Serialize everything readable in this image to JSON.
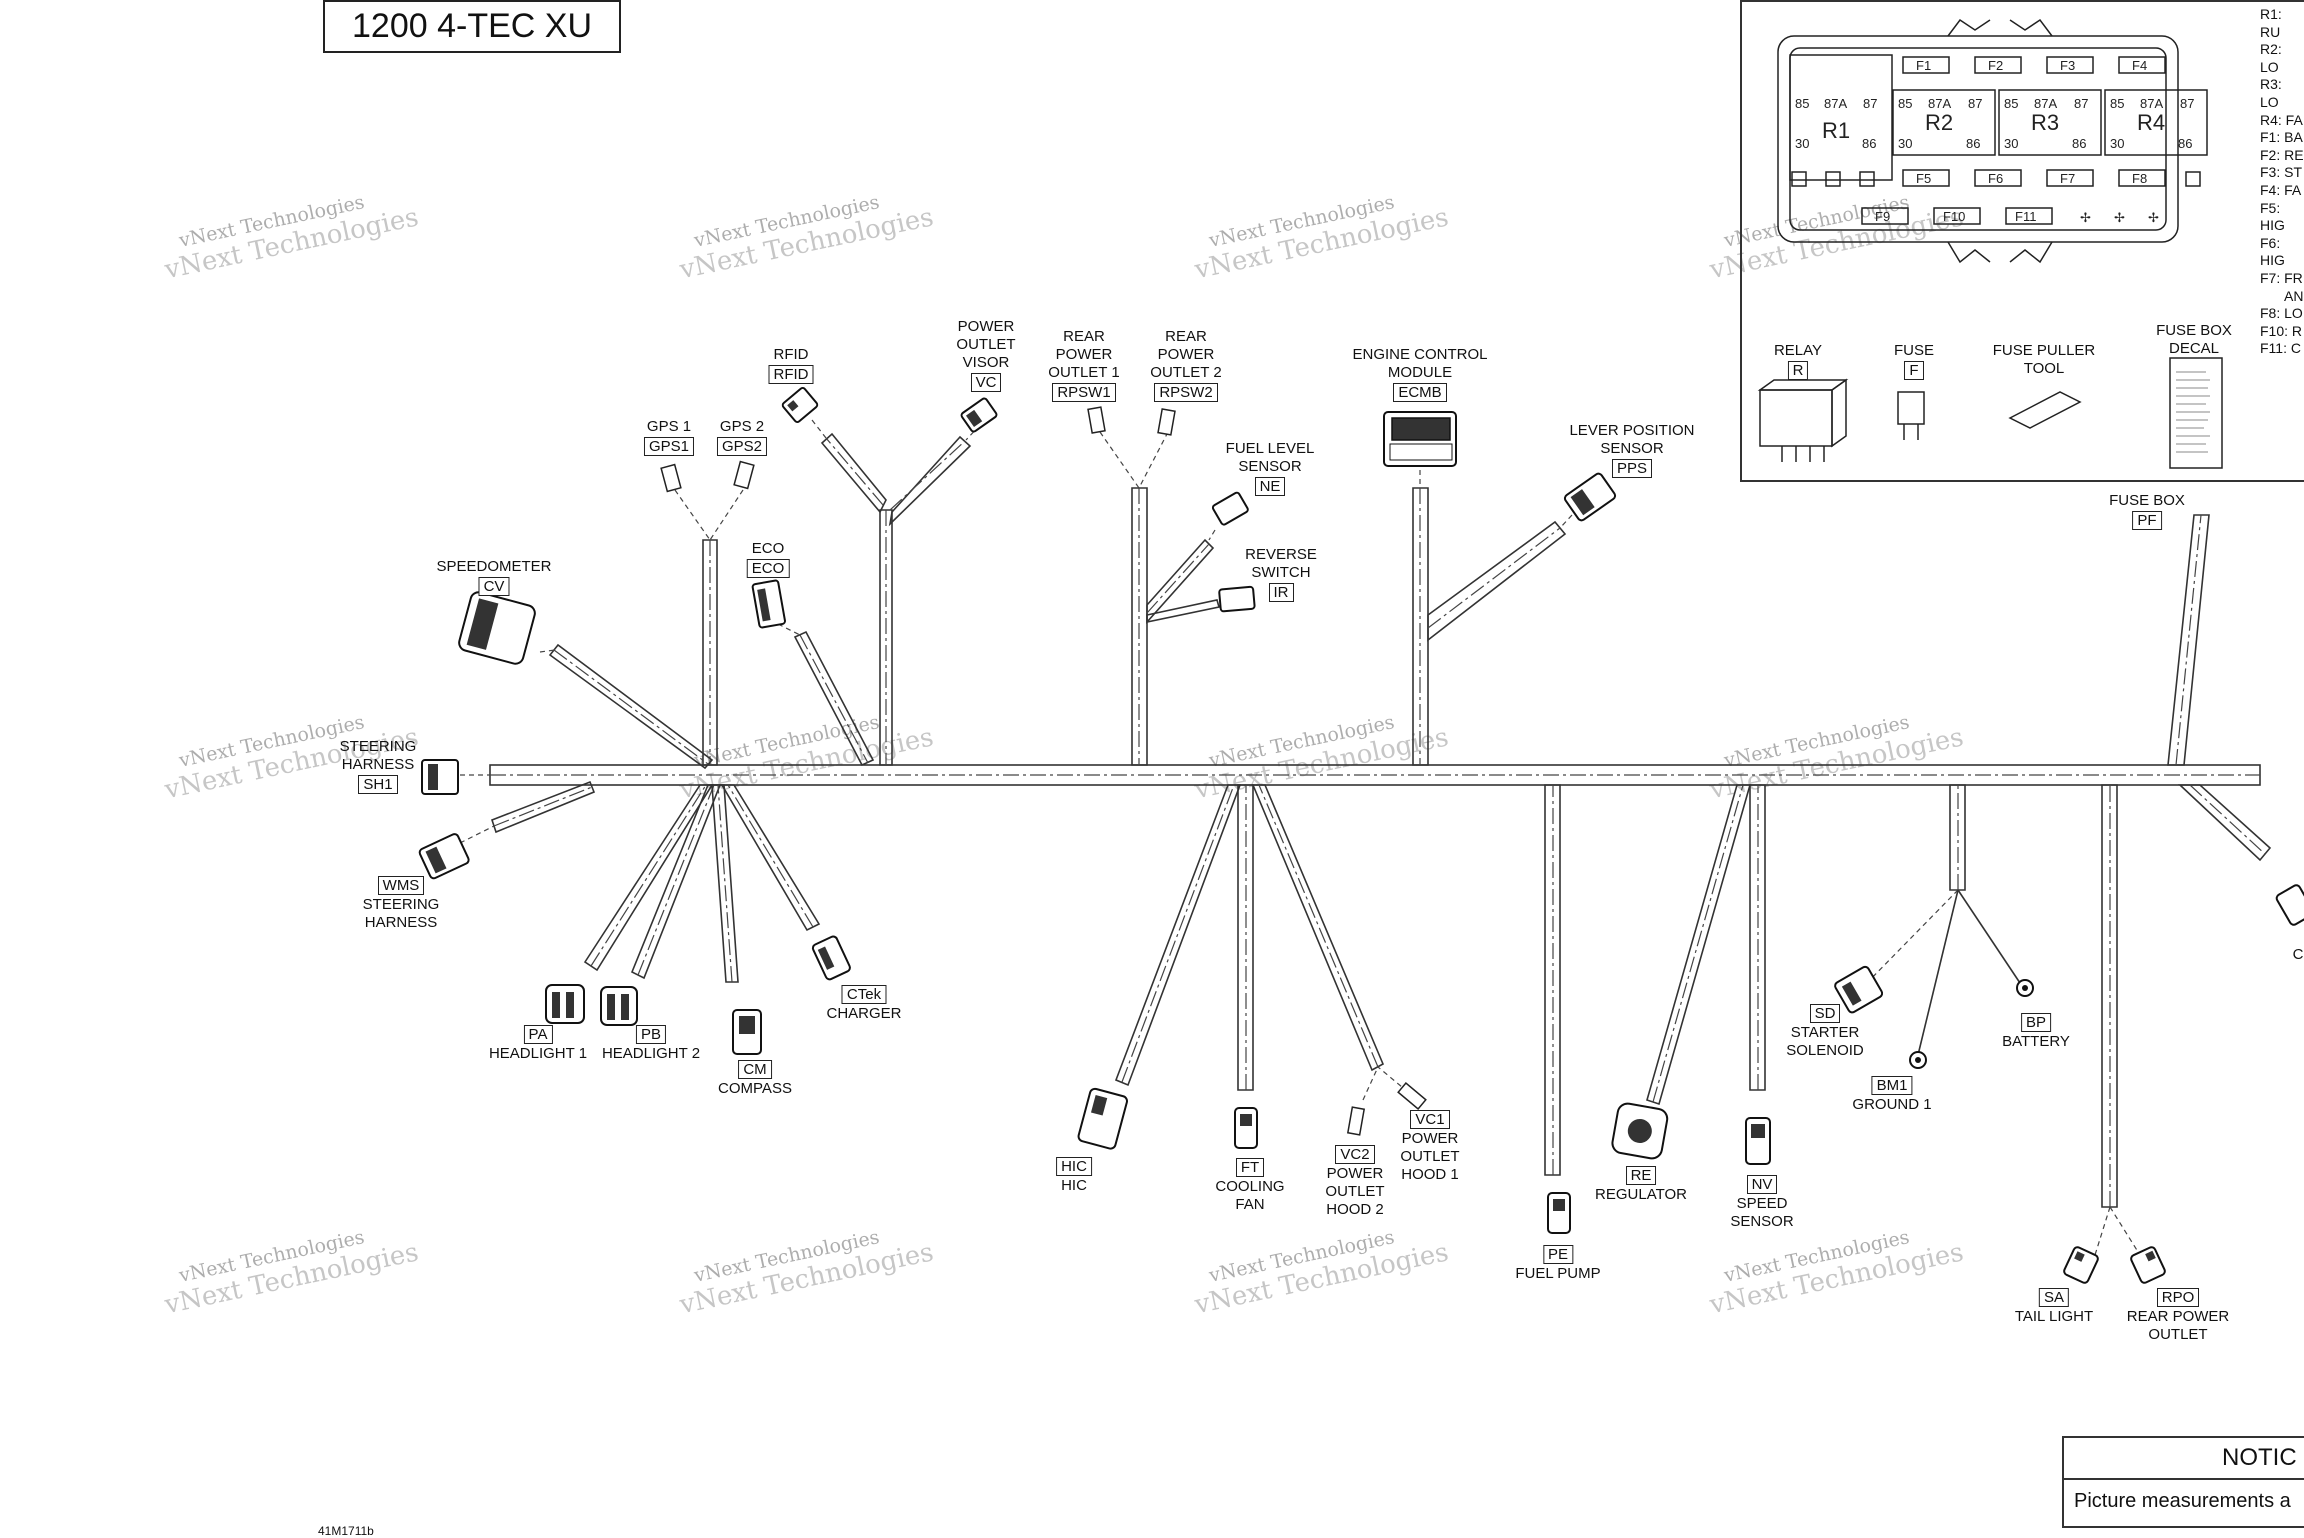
{
  "title": "1200 4-TEC XU",
  "part_number": "41M1711b",
  "watermark": {
    "line1": "vNext Technologies",
    "line2": "vNext Technologies"
  },
  "connectors": {
    "gps1": {
      "name": "GPS 1",
      "code": "GPS1"
    },
    "gps2": {
      "name": "GPS 2",
      "code": "GPS2"
    },
    "rfid": {
      "name": "RFID",
      "code": "RFID"
    },
    "power_outlet_visor": {
      "name": "POWER OUTLET VISOR",
      "code": "VC"
    },
    "rear_power_outlet_1": {
      "name": "REAR POWER OUTLET 1",
      "code": "RPSW1"
    },
    "rear_power_outlet_2": {
      "name": "REAR POWER OUTLET 2",
      "code": "RPSW2"
    },
    "fuel_level_sensor": {
      "name": "FUEL LEVEL SENSOR",
      "code": "NE"
    },
    "reverse_switch": {
      "name": "REVERSE SWITCH",
      "code": "IR"
    },
    "ecm": {
      "name": "ENGINE CONTROL MODULE",
      "code": "ECMB"
    },
    "lever_position_sensor": {
      "name": "LEVER POSITION SENSOR",
      "code": "PPS"
    },
    "speedometer": {
      "name": "SPEEDOMETER",
      "code": "CV"
    },
    "eco": {
      "name": "ECO",
      "code": "ECO"
    },
    "steering_harness_sh1": {
      "name": "STEERING HARNESS",
      "code": "SH1"
    },
    "steering_harness_wms": {
      "name": "STEERING HARNESS",
      "code": "WMS"
    },
    "headlight1": {
      "name": "HEADLIGHT 1",
      "code": "PA"
    },
    "headlight2": {
      "name": "HEADLIGHT 2",
      "code": "PB"
    },
    "compass": {
      "name": "COMPASS",
      "code": "CM"
    },
    "charger": {
      "name": "CHARGER",
      "code": "CTek"
    },
    "hic": {
      "name": "HIC",
      "code": "HIC"
    },
    "cooling_fan": {
      "name": "COOLING FAN",
      "code": "FT"
    },
    "power_outlet_hood2": {
      "name": "POWER OUTLET HOOD 2",
      "code": "VC2"
    },
    "power_outlet_hood1": {
      "name": "POWER OUTLET HOOD 1",
      "code": "VC1"
    },
    "fuel_pump": {
      "name": "FUEL PUMP",
      "code": "PE"
    },
    "regulator": {
      "name": "REGULATOR",
      "code": "RE"
    },
    "speed_sensor": {
      "name": "SPEED SENSOR",
      "code": "NV"
    },
    "starter_solenoid": {
      "name": "STARTER SOLENOID",
      "code": "SD"
    },
    "ground1": {
      "name": "GROUND 1",
      "code": "BM1"
    },
    "battery": {
      "name": "BATTERY",
      "code": "BP"
    },
    "tail_light": {
      "name": "TAIL LIGHT",
      "code": "SA"
    },
    "rear_power_outlet": {
      "name": "REAR POWER OUTLET",
      "code": "RPO"
    },
    "fuse_box": {
      "name": "FUSE BOX",
      "code": "PF"
    },
    "cut_off": {
      "name": "C"
    }
  },
  "fuse_box_panel": {
    "relay_terminals": {
      "t85": "85",
      "t87a": "87A",
      "t87": "87",
      "t30": "30",
      "t86": "86"
    },
    "relays": [
      "R1",
      "R2",
      "R3",
      "R4"
    ],
    "fuses_row1": [
      "F1",
      "F2",
      "F3",
      "F4"
    ],
    "fuses_row2": [
      "F5",
      "F6",
      "F7",
      "F8"
    ],
    "fuses_row3": [
      "F9",
      "F10",
      "F11"
    ],
    "items": {
      "relay": {
        "name": "RELAY",
        "code": "R"
      },
      "fuse": {
        "name": "FUSE",
        "code": "F"
      },
      "puller": {
        "name": "FUSE PULLER TOOL"
      },
      "decal": {
        "name": "FUSE BOX DECAL"
      }
    },
    "legend": [
      "R1: RU",
      "R2: LO",
      "R3: LO",
      "R4: FA",
      "F1: BA",
      "F2: RE",
      "F3: ST",
      "F4: FA",
      "F5: HIG",
      "F6: HIG",
      "F7: FR",
      "AN",
      "F8: LO",
      "F10: R",
      "F11: C"
    ]
  },
  "notice": {
    "title": "NOTIC",
    "text": "Picture measurements a"
  }
}
